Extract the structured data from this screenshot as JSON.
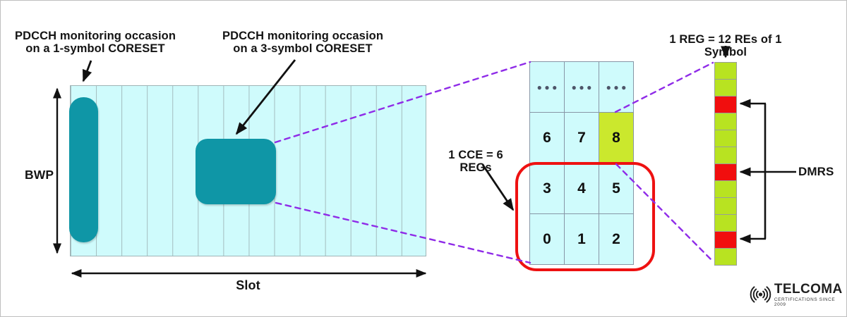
{
  "labels": {
    "coreset1": "PDCCH monitoring occasion\non a 1-symbol CORESET",
    "coreset3": "PDCCH monitoring occasion\non a 3-symbol CORESET",
    "cce": "1 CCE = 6 REGs",
    "reg": "1 REG = 12 REs of 1 Symbol",
    "dmrs": "DMRS",
    "bwp": "BWP",
    "slot": "Slot"
  },
  "slot_grid": {
    "symbols_per_slot": 14,
    "occasions": [
      "1-symbol CORESET",
      "3-symbol CORESET"
    ]
  },
  "cce_grid": {
    "dots": [
      "●●●",
      "●●●",
      "●●●"
    ],
    "cells": [
      {
        "value": "6",
        "type": "reg"
      },
      {
        "value": "7",
        "type": "reg"
      },
      {
        "value": "8",
        "type": "reg-highlight"
      },
      {
        "value": "3",
        "type": "reg"
      },
      {
        "value": "4",
        "type": "reg"
      },
      {
        "value": "5",
        "type": "reg"
      },
      {
        "value": "0",
        "type": "reg"
      },
      {
        "value": "1",
        "type": "reg"
      },
      {
        "value": "2",
        "type": "reg"
      }
    ],
    "highlighted_reg": "8",
    "cce_member_regs": [
      "0",
      "1",
      "2",
      "3",
      "4",
      "5"
    ]
  },
  "reg_strip": {
    "res_per_reg": 12,
    "cells": [
      {
        "type": "re"
      },
      {
        "type": "re"
      },
      {
        "type": "dmrs"
      },
      {
        "type": "re"
      },
      {
        "type": "re"
      },
      {
        "type": "re"
      },
      {
        "type": "dmrs"
      },
      {
        "type": "re"
      },
      {
        "type": "re"
      },
      {
        "type": "re"
      },
      {
        "type": "dmrs"
      },
      {
        "type": "re"
      }
    ]
  },
  "logo": {
    "name": "TELCOMA",
    "tagline": "CERTIFICATIONS SINCE 2009"
  },
  "colors": {
    "coreset_teal": "#0f96a6",
    "grid_cyan": "#cffbfc",
    "highlight_green": "#cbe82d",
    "re_green": "#b8e321",
    "dmrs_red": "#f10e0e",
    "cce_outline_red": "#ee1111",
    "connector_purple": "#8f2be8"
  }
}
